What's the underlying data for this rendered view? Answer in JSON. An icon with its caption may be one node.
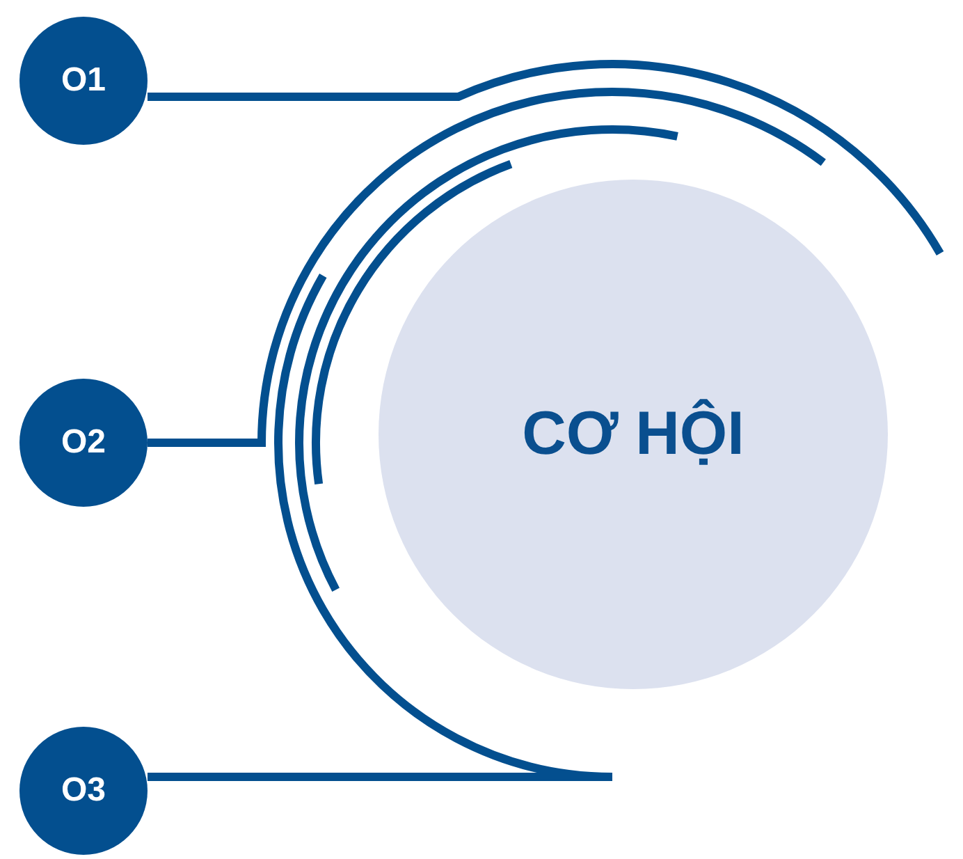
{
  "diagram": {
    "nodes": [
      {
        "text": [
          "O1"
        ]
      },
      {
        "text": [
          "O2"
        ]
      },
      {
        "text": [
          "O3"
        ]
      },
      {
        "text": [
          "CƠ HỘI"
        ]
      }
    ],
    "edges": [
      {
        "from": 0,
        "to": null,
        "arrow": "none"
      },
      {
        "from": 1,
        "to": null,
        "arrow": "none"
      },
      {
        "from": 2,
        "to": null,
        "arrow": "none"
      }
    ]
  }
}
